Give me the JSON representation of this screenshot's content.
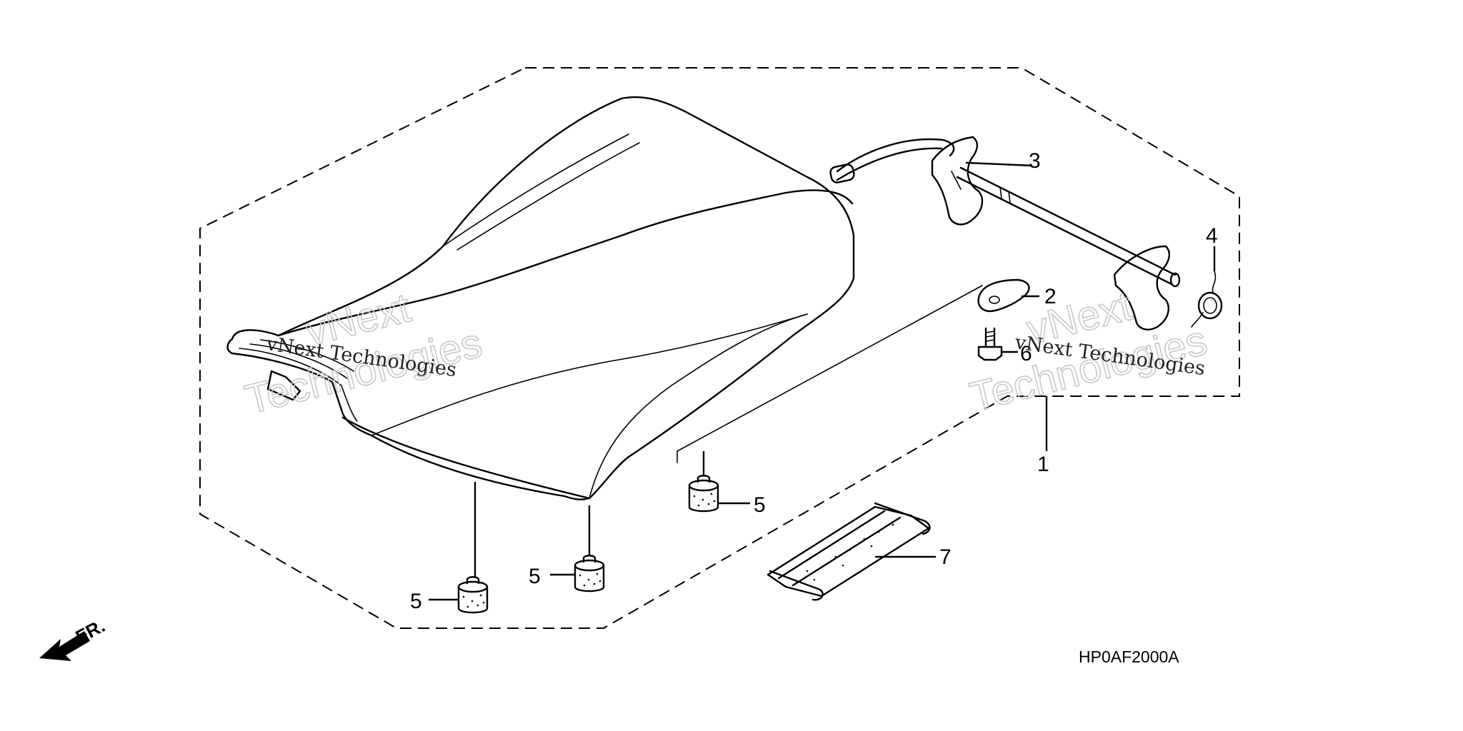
{
  "diagram_code": "HP0AF2000A",
  "direction_label": "FR.",
  "watermark": {
    "brand_big_top": "vNext",
    "brand_big_bottom": "Technologies",
    "brand_small": "vNext Technologies"
  },
  "callouts": {
    "seat_assembly": "1",
    "plate": "2",
    "seat_lock_rod": "3",
    "spring": "4",
    "cushion_a": "5",
    "cushion_b": "5",
    "cushion_c": "5",
    "bolt": "6",
    "band": "7"
  }
}
